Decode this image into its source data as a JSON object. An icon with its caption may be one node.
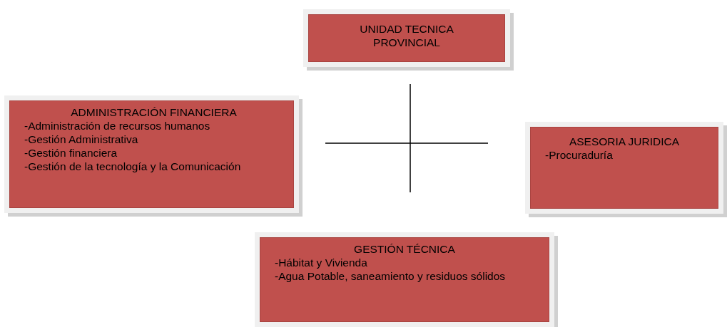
{
  "diagram": {
    "nodes": [
      {
        "text": [
          "UNIDAD TECNICA PROVINCIAL"
        ]
      },
      {
        "text": [
          "ADMINISTRACIÓN FINANCIERA",
          "-Administración de recursos humanos",
          "-Gestión Administrativa",
          "-Gestión financiera",
          "-Gestión de la tecnología y la Comunicación"
        ]
      },
      {
        "text": [
          "ASESORIA JURIDICA",
          "-Procuraduría"
        ]
      },
      {
        "text": [
          "GESTIÓN TÉCNICA",
          "-Hábitat y Vivienda",
          "-Agua Potable, saneamiento y residuos sólidos"
        ]
      }
    ]
  }
}
